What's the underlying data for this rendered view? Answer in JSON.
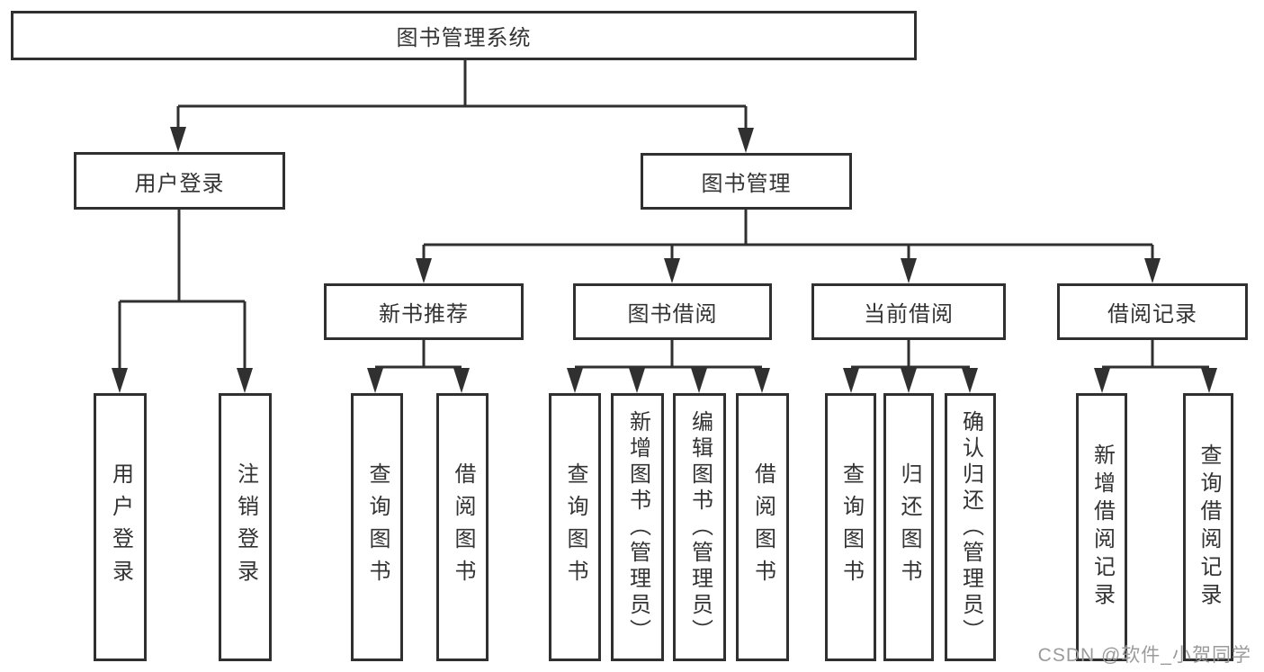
{
  "diagram": {
    "root": {
      "label": "图书管理系统"
    },
    "level2": [
      {
        "label": "用户登录"
      },
      {
        "label": "图书管理"
      }
    ],
    "level3": [
      {
        "label": "新书推荐"
      },
      {
        "label": "图书借阅"
      },
      {
        "label": "当前借阅"
      },
      {
        "label": "借阅记录"
      }
    ],
    "leaves": {
      "user_login": [
        {
          "label": "用户登录"
        },
        {
          "label": "注销登录"
        }
      ],
      "new_book": [
        {
          "label": "查询图书"
        },
        {
          "label": "借阅图书"
        }
      ],
      "book_borrow": [
        {
          "label": "查询图书"
        },
        {
          "label": "新增图书（管理员）"
        },
        {
          "label": "编辑图书（管理员）"
        },
        {
          "label": "借阅图书"
        }
      ],
      "current_borrow": [
        {
          "label": "查询图书"
        },
        {
          "label": "归还图书"
        },
        {
          "label": "确认归还（管理员）"
        }
      ],
      "borrow_record": [
        {
          "label": "新增借阅记录"
        },
        {
          "label": "查询借阅记录"
        }
      ]
    }
  },
  "watermark": {
    "text": "CSDN @软件_小贺同学"
  },
  "colors": {
    "line": "#303030",
    "text": "#333333",
    "watermark": "#9b9b9b",
    "background": "#ffffff"
  }
}
